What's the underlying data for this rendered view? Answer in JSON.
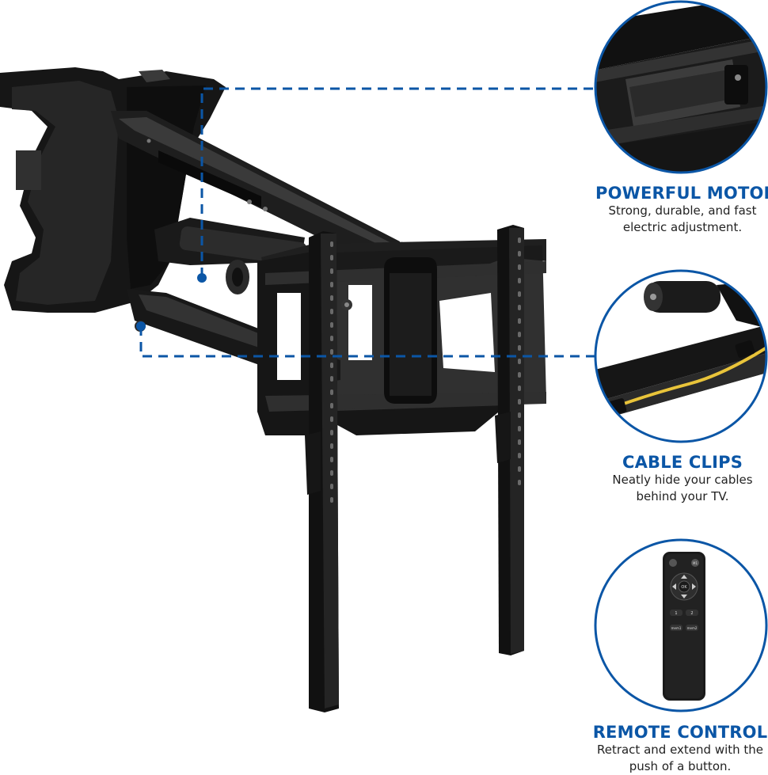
{
  "colors": {
    "accent": "#0b56a6",
    "mount": "#141414",
    "cable": "#e9c43a",
    "background": "#ffffff"
  },
  "features": [
    {
      "title": "POWERFUL MOTOR",
      "description": "Strong, durable, and fast\nelectric adjustment.",
      "icon": "motor-closeup"
    },
    {
      "title": "CABLE CLIPS",
      "description": "Neatly hide your cables\nbehind your TV.",
      "icon": "cable-clips-closeup"
    },
    {
      "title": "REMOTE CONTROL",
      "description": "Retract and extend with the\npush of a button.",
      "icon": "remote-control-closeup"
    }
  ],
  "remote": {
    "ok_label": "OK",
    "m1_label": "M1",
    "btn1_label": "1",
    "btn2_label": "2",
    "mem1_label": "mem1",
    "mem2_label": "mem2"
  }
}
